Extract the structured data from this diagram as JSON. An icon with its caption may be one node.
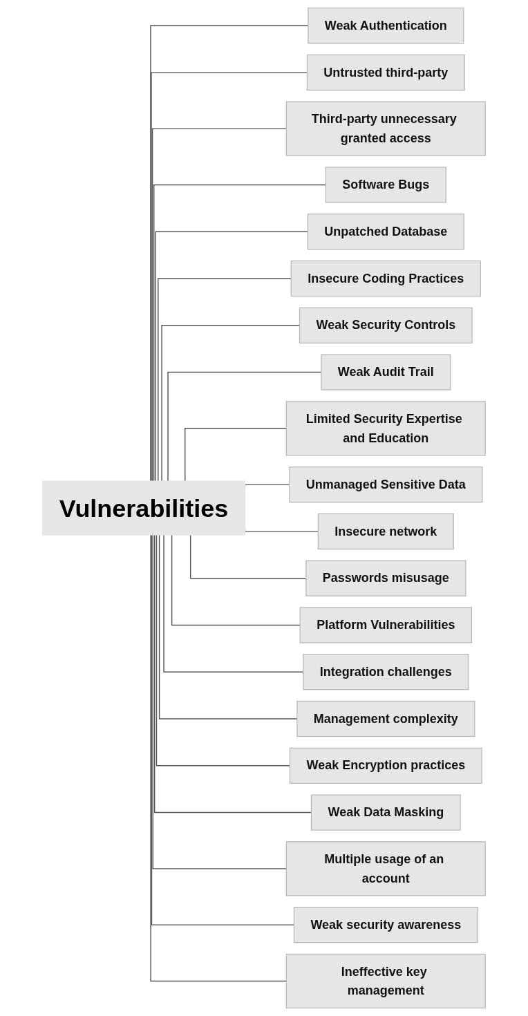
{
  "diagram": {
    "nodes": [
      {
        "text": [
          "Vulnerabilities"
        ]
      },
      {
        "text": [
          "Weak Authentication"
        ]
      },
      {
        "text": [
          "Untrusted third-party"
        ]
      },
      {
        "text": [
          "Third-party unnecessary granted access"
        ]
      },
      {
        "text": [
          "Software Bugs"
        ]
      },
      {
        "text": [
          "Unpatched Database"
        ]
      },
      {
        "text": [
          "Insecure Coding Practices"
        ]
      },
      {
        "text": [
          "Weak Security Controls"
        ]
      },
      {
        "text": [
          "Weak Audit Trail"
        ]
      },
      {
        "text": [
          "Limited Security Expertise and Education"
        ]
      },
      {
        "text": [
          "Unmanaged Sensitive Data"
        ]
      },
      {
        "text": [
          "Insecure network"
        ]
      },
      {
        "text": [
          "Passwords misusage"
        ]
      },
      {
        "text": [
          "Platform Vulnerabilities"
        ]
      },
      {
        "text": [
          "Integration challenges"
        ]
      },
      {
        "text": [
          "Management complexity"
        ]
      },
      {
        "text": [
          "Weak Encryption practices"
        ]
      },
      {
        "text": [
          "Weak Data Masking"
        ]
      },
      {
        "text": [
          "Multiple usage of an account"
        ]
      },
      {
        "text": [
          "Weak security awareness"
        ]
      },
      {
        "text": [
          "Ineffective key management"
        ]
      }
    ],
    "edges": [
      {
        "from": 0,
        "to": 1,
        "arrow": "none"
      },
      {
        "from": 0,
        "to": 2,
        "arrow": "none"
      },
      {
        "from": 0,
        "to": 3,
        "arrow": "none"
      },
      {
        "from": 0,
        "to": 4,
        "arrow": "none"
      },
      {
        "from": 0,
        "to": 5,
        "arrow": "none"
      },
      {
        "from": 0,
        "to": 6,
        "arrow": "none"
      },
      {
        "from": 0,
        "to": 7,
        "arrow": "none"
      },
      {
        "from": 0,
        "to": 8,
        "arrow": "none"
      },
      {
        "from": 0,
        "to": 9,
        "arrow": "none"
      },
      {
        "from": 0,
        "to": 10,
        "arrow": "none"
      },
      {
        "from": 0,
        "to": 11,
        "arrow": "none"
      },
      {
        "from": 0,
        "to": 12,
        "arrow": "none"
      },
      {
        "from": 0,
        "to": 13,
        "arrow": "none"
      },
      {
        "from": 0,
        "to": 14,
        "arrow": "none"
      },
      {
        "from": 0,
        "to": 15,
        "arrow": "none"
      },
      {
        "from": 0,
        "to": 16,
        "arrow": "none"
      },
      {
        "from": 0,
        "to": 17,
        "arrow": "none"
      },
      {
        "from": 0,
        "to": 18,
        "arrow": "none"
      },
      {
        "from": 0,
        "to": 19,
        "arrow": "none"
      },
      {
        "from": 0,
        "to": 20,
        "arrow": "none"
      }
    ]
  }
}
